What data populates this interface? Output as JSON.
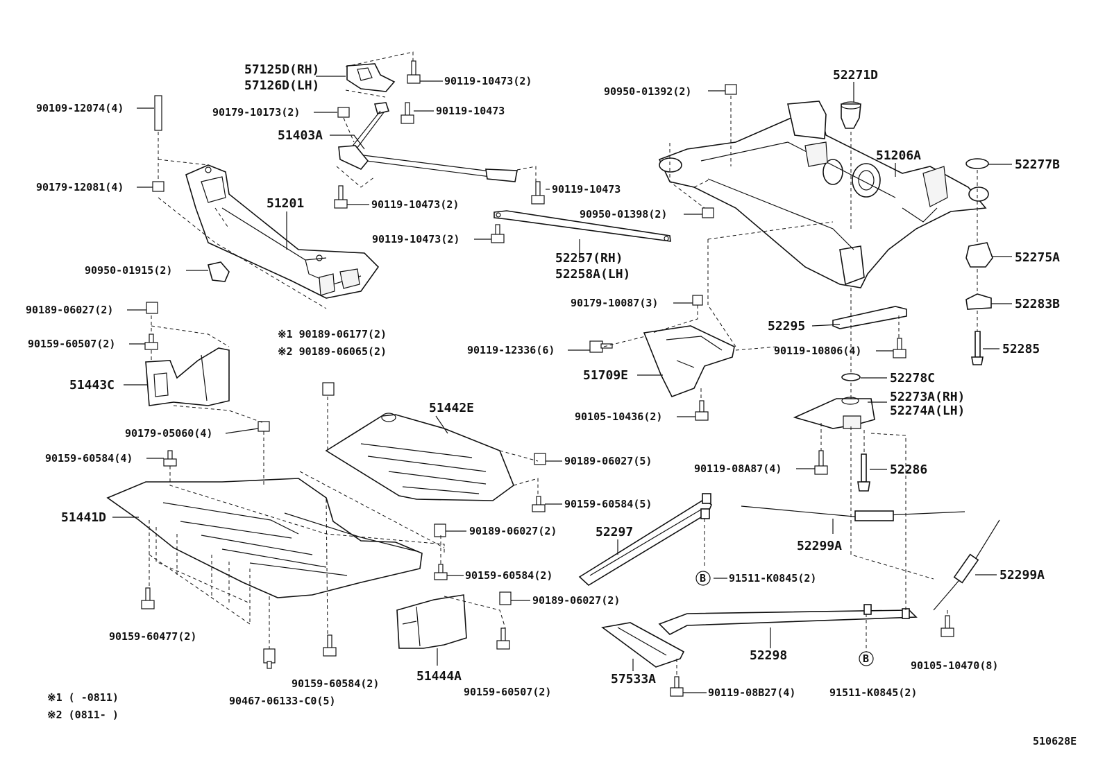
{
  "labels": {
    "p57125d": "57125D(RH)",
    "p57126d": "57126D(LH)",
    "p90119_10473_2a": "90119-10473(2)",
    "p90119_10473a": "90119-10473",
    "p90109_12074": "90109-12074(4)",
    "p90179_10173": "90179-10173(2)",
    "p51403a": "51403A",
    "p90179_12081": "90179-12081(4)",
    "p90119_10473b": "90119-10473",
    "p51201": "51201",
    "p90119_10473_2b": "90119-10473(2)",
    "p90119_10473_2c": "90119-10473(2)",
    "p90950_01915": "90950-01915(2)",
    "p52257": "52257(RH)",
    "p52258a": "52258A(LH)",
    "p90950_01392": "90950-01392(2)",
    "p52271d": "52271D",
    "p51206a": "51206A",
    "p52277b": "52277B",
    "p90950_01398": "90950-01398(2)",
    "p52275a": "52275A",
    "p52283b": "52283B",
    "p52285": "52285",
    "p90179_10087": "90179-10087(3)",
    "p52295": "52295",
    "p90119_12336": "90119-12336(6)",
    "p90119_10806": "90119-10806(4)",
    "p51709e": "51709E",
    "p52278c": "52278C",
    "p90105_10436": "90105-10436(2)",
    "p52273a": "52273A(RH)",
    "p52274a": "52274A(LH)",
    "p90119_08a87": "90119-08A87(4)",
    "p52286": "52286",
    "p90189_06027_2a": "90189-06027(2)",
    "p90159_60507_2a": "90159-60507(2)",
    "p51443c": "51443C",
    "p90189_06177": "※1 90189-06177(2)",
    "p90189_06065": "※2 90189-06065(2)",
    "p51442e": "51442E",
    "p90179_05060": "90179-05060(4)",
    "p90159_60584_4": "90159-60584(4)",
    "p90189_06027_5": "90189-06027(5)",
    "p90159_60584_5": "90159-60584(5)",
    "p51441d": "51441D",
    "p90189_06027_2b": "90189-06027(2)",
    "p52297": "52297",
    "p52299a_1": "52299A",
    "p52299a_2": "52299A",
    "p90159_60584_2a": "90159-60584(2)",
    "p91511_k0845_a": "91511-K0845(2)",
    "p90189_06027_2c": "90189-06027(2)",
    "p90159_60477": "90159-60477(2)",
    "p52298": "52298",
    "p51444a": "51444A",
    "p57533a": "57533A",
    "p90159_60584_2b": "90159-60584(2)",
    "p90159_60507_2b": "90159-60507(2)",
    "p90119_08b27": "90119-08B27(4)",
    "p91511_k0845_b": "91511-K0845(2)",
    "p90105_10470": "90105-10470(8)",
    "p90467_06133": "90467-06133-C0(5)",
    "note1": "※1 (   -0811)",
    "note2": "※2 (0811-   )",
    "b_mark": "B",
    "illustration_id": "510628E"
  }
}
